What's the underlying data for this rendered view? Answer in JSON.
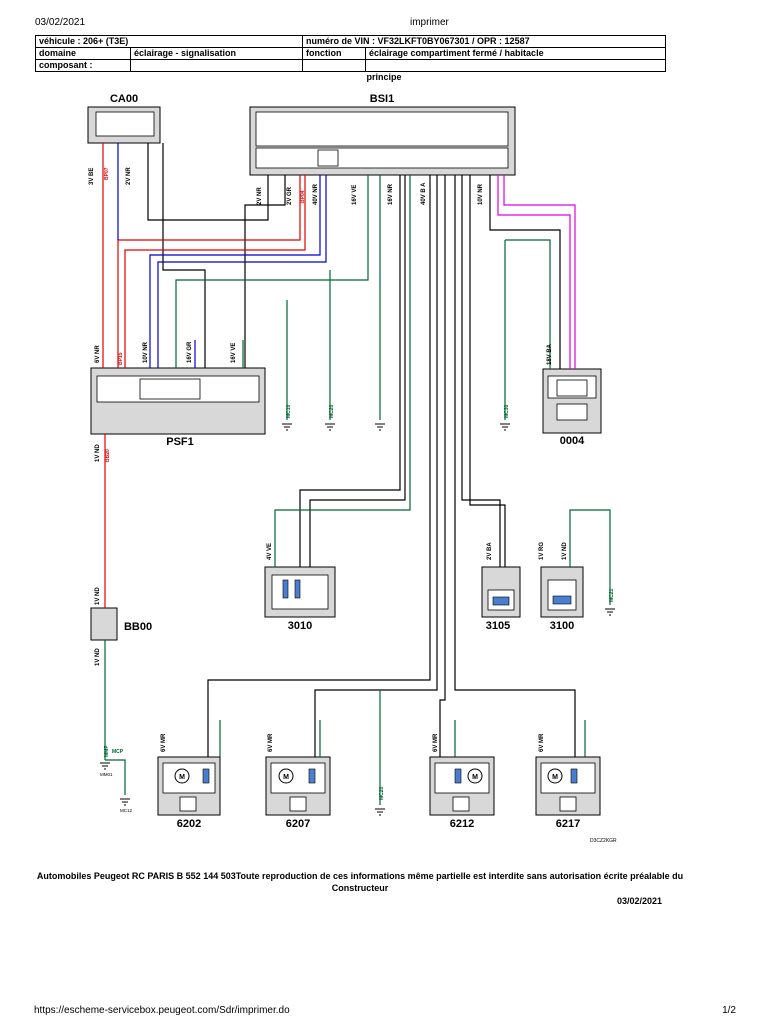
{
  "header": {
    "date": "03/02/2021",
    "title": "imprimer"
  },
  "info": {
    "vehicule": "véhicule : 206+ (T3E)",
    "vin": "numéro de VIN : VF32LKFT0BY067301 / OPR : 12587",
    "domaine_label": "domaine",
    "domaine_value": "éclairage - signalisation",
    "fonction_label": "fonction",
    "fonction_value": "éclairage compartiment fermé / habitacle",
    "composant_label": "composant :"
  },
  "diagram": {
    "title": "principe",
    "reference": "D3CZ2KGR",
    "components": {
      "ca00": "CA00",
      "bsi1": "BSI1",
      "psf1": "PSF1",
      "c0004": "0004",
      "bb00": "BB00",
      "c3010": "3010",
      "c3105": "3105",
      "c3100": "3100",
      "c6202": "6202",
      "c6207": "6207",
      "c6212": "6212",
      "c6217": "6217"
    },
    "connectors": {
      "ca00": "3V BE",
      "ca00_b": "2V NR",
      "bsi1_a": "2V NR",
      "bsi1_b": "2V GR",
      "bsi1_c": "40V NR",
      "bsi1_d": "16V VE",
      "bsi1_e": "16V NR",
      "bsi1_f": "40V B A",
      "bsi1_g": "10V NR",
      "psf1_a": "6V NR",
      "psf1_b": "10V NR",
      "psf1_c": "16V GR",
      "psf1_d": "16V VE",
      "psf1_e": "1V ND",
      "c0004": "18V BA",
      "bb00_a": "1V ND",
      "bb00_b": "1V ND",
      "c3010": "4V VE",
      "c3105": "2V BA",
      "c3100_a": "1V RG",
      "c3100_b": "1V ND",
      "c6202": "6V MR",
      "c6207": "6V MR",
      "c6212": "6V MR",
      "c6217": "6V MR"
    },
    "grounds": {
      "mc10": "MC10",
      "mc20": "MC20",
      "mc30": "MC30",
      "mc21": "MC21",
      "mmp": "MMP",
      "mcp": "MCP",
      "mm01": "MM01",
      "mc12": "MC12"
    },
    "wires": {
      "red": "BP07",
      "red_b": "BP15",
      "red_c": "BP04",
      "bb": "BB20"
    },
    "colors": {
      "black": "#000000",
      "red": "#e00000",
      "blue": "#0000cc",
      "green": "#006633",
      "magenta": "#e000e0",
      "gray_box": "#d8d8d8"
    }
  },
  "footer": {
    "copyright": "Automobiles Peugeot RC PARIS B 552 144 503Toute reproduction de ces informations même partielle est interdite sans autorisation écrite préalable du Constructeur",
    "date": "03/02/2021",
    "url": "https://escheme-servicebox.peugeot.com/Sdr/imprimer.do",
    "page": "1/2"
  }
}
